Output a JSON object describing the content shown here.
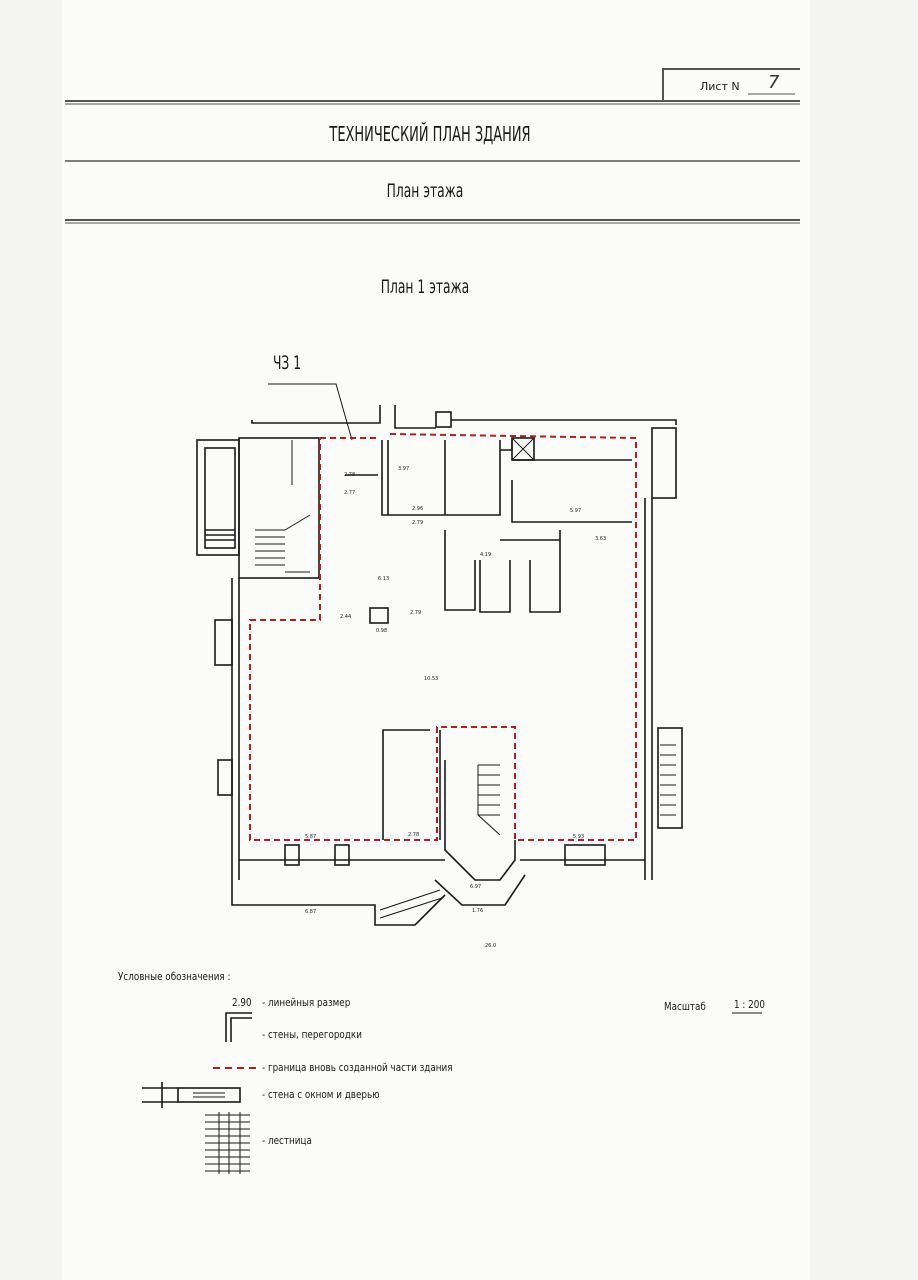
{
  "header": {
    "sheet_label": "Лист N",
    "sheet_number": "7",
    "document_title": "ТЕХНИЧЕСКИЙ ПЛАН ЗДАНИЯ",
    "section_title": "План этажа",
    "plan_title": "План 1 этажа"
  },
  "plan": {
    "zone_label": "ЧЗ 1",
    "dimensions": [
      "2.78",
      "2.77",
      "3.97",
      "2.96",
      "2.79",
      "5.97",
      "3.63",
      "4.19",
      "6.13",
      "2.44",
      "0.98",
      "2.79",
      "10.53",
      "5.87",
      "2.78",
      "5.93",
      "6.97",
      "1.76",
      "6.87",
      "26.0"
    ],
    "colors": {
      "wall": "#1a1a1a",
      "new_boundary": "#b02020"
    }
  },
  "legend": {
    "heading": "Условные обозначения :",
    "items": [
      {
        "symbol": "2.90",
        "label": "- линейныя размер"
      },
      {
        "symbol": "wall-icon",
        "label": "- стены, перегородки"
      },
      {
        "symbol": "dashed-boundary-icon",
        "label": "- граница вновь созданной части здания"
      },
      {
        "symbol": "window-door-icon",
        "label": "- стена с окном и дверью"
      },
      {
        "symbol": "stairs-icon",
        "label": "- лестница"
      }
    ]
  },
  "scale": {
    "label": "Масштаб",
    "value": "1 : 200"
  }
}
